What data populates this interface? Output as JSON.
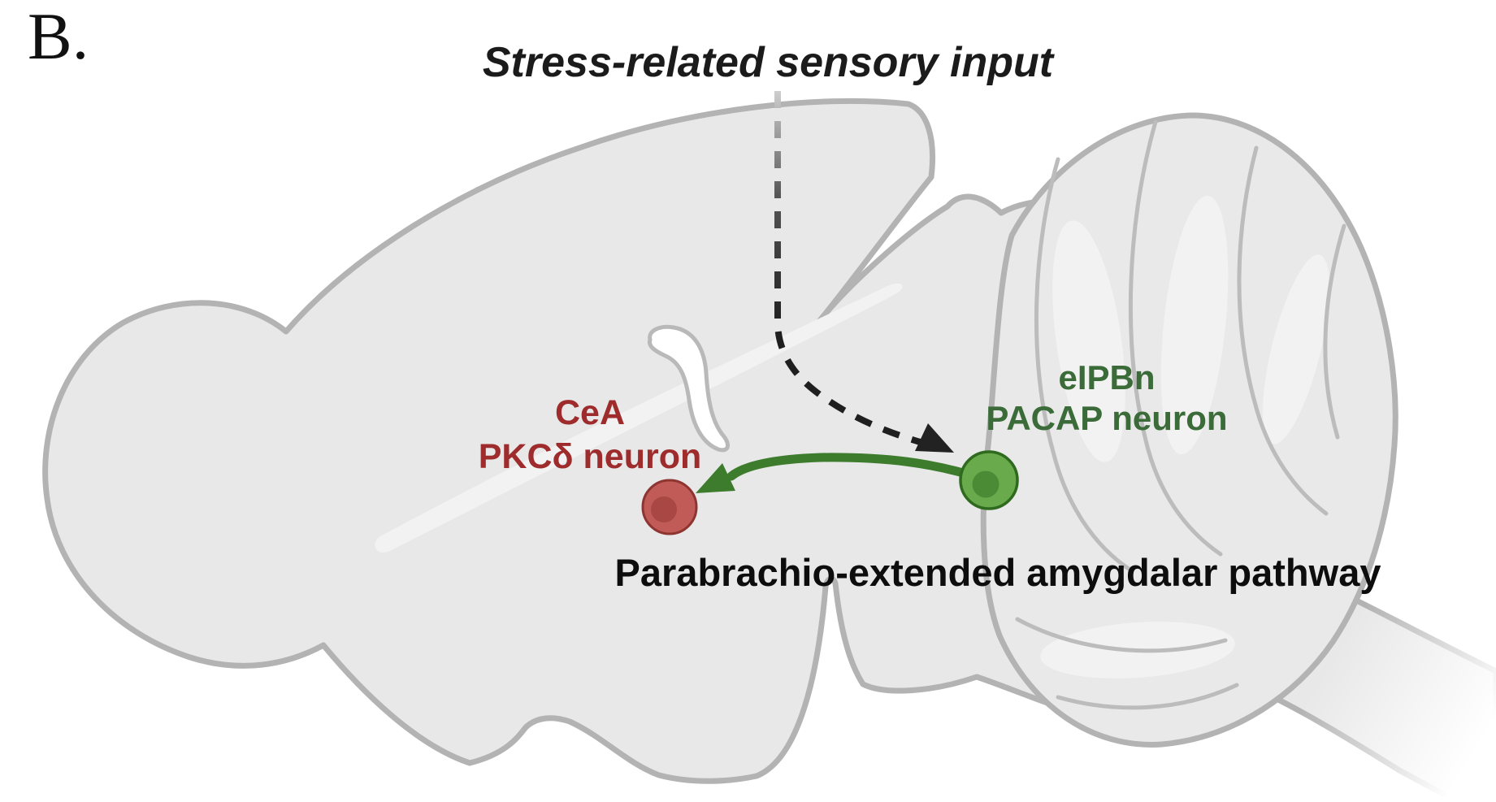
{
  "panel_label": "B.",
  "title": "Stress-related sensory input",
  "labels": {
    "cea": {
      "line1": "CeA",
      "line2": "PKCδ neuron",
      "color": "#9e2c2c"
    },
    "pbn": {
      "line1": "eIPBn",
      "line2": "PACAP neuron",
      "color": "#3a6b38"
    },
    "pathway": {
      "text": "Parabrachio-extended amygdalar pathway",
      "color": "#0d0d0d"
    }
  },
  "colors": {
    "brain_fill": "#e8e8e8",
    "brain_outline": "#b3b3b3",
    "pathway_arrow": "#3d7c2d",
    "pacap_neuron_fill": "#69aa4c",
    "pacap_neuron_nucleus": "#4b8b36",
    "pacap_neuron_border": "#2f6a1f",
    "pkcd_neuron_fill": "#c15b57",
    "pkcd_neuron_nucleus": "#a84744",
    "pkcd_neuron_border": "#8e3532",
    "stress_arrow": "#1f1f1f",
    "title_color": "#1b1b1b",
    "panel_label_color": "#111111"
  }
}
